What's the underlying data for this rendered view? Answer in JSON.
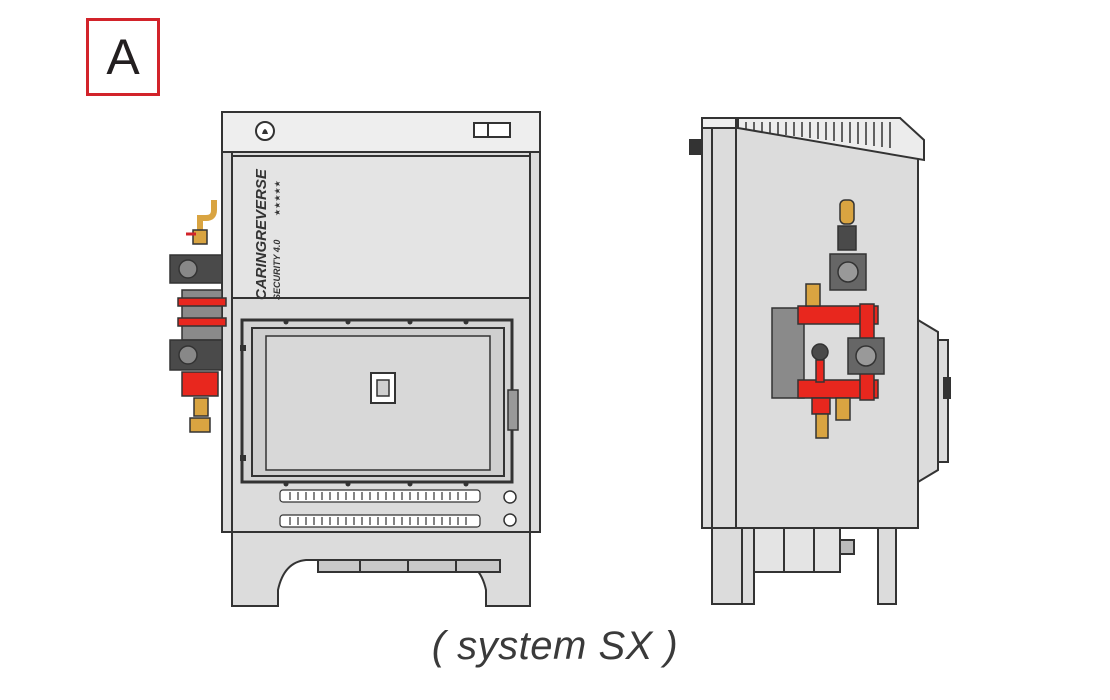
{
  "figure_label": "A",
  "caption": "( system SX )",
  "brand_mark": {
    "line1": "CARINGREVERSE",
    "line2": "SECURITY 4.0",
    "stars": "★★★★★"
  },
  "colors": {
    "label_border": "#d2232a",
    "stove_body": "#dcdcdc",
    "stove_outline": "#333333",
    "pipe_red": "#e8271e",
    "fitting_gold": "#d9a441",
    "pump_dark": "#4a4a4a"
  }
}
